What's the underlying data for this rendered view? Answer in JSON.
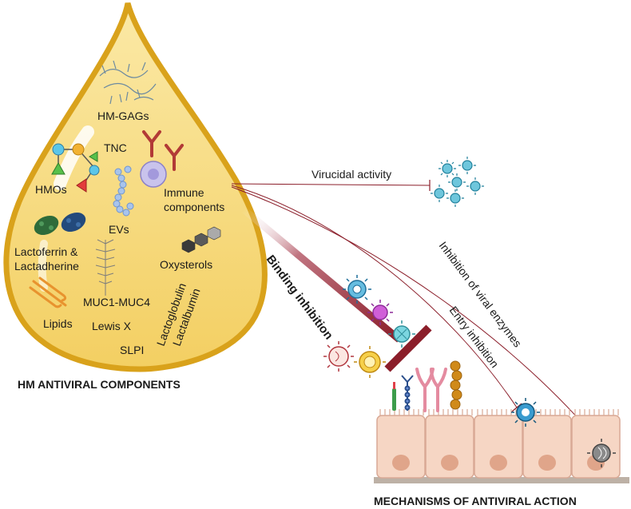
{
  "drop": {
    "labels": {
      "gags": "HM-GAGs",
      "tnc": "TNC",
      "hmos": "HMOs",
      "immune_line1": "Immune",
      "immune_line2": "components",
      "evs": "EVs",
      "lactoferrin_line1": "Lactoferrin &",
      "lactoferrin_line2": "Lactadherine",
      "oxysterols": "Oxysterols",
      "lipids": "Lipids",
      "muc": "MUC1-MUC4",
      "lewis": "Lewis X",
      "slpi": "SLPI",
      "lactoglobulin": "Lactoglobulin",
      "lactalbumin": "Lactalbumin"
    },
    "caption": "HM ANTIVIRAL COMPONENTS"
  },
  "mechanisms": {
    "virucidal": "Virucidal activity",
    "binding": "Binding inhibition",
    "entry": "Entry inhibition",
    "enzymes": "Inhibition of viral enzymes",
    "caption": "MECHANISMS OF ANTIVIRAL ACTION"
  },
  "colors": {
    "drop_fill": "#f7dc7a",
    "drop_outline": "#d9a21b",
    "dark_red": "#8b1e2a",
    "virus_teal": "#2a9bb8",
    "cell_fill": "#f6d6c4",
    "nucleus": "#e0a58a"
  }
}
